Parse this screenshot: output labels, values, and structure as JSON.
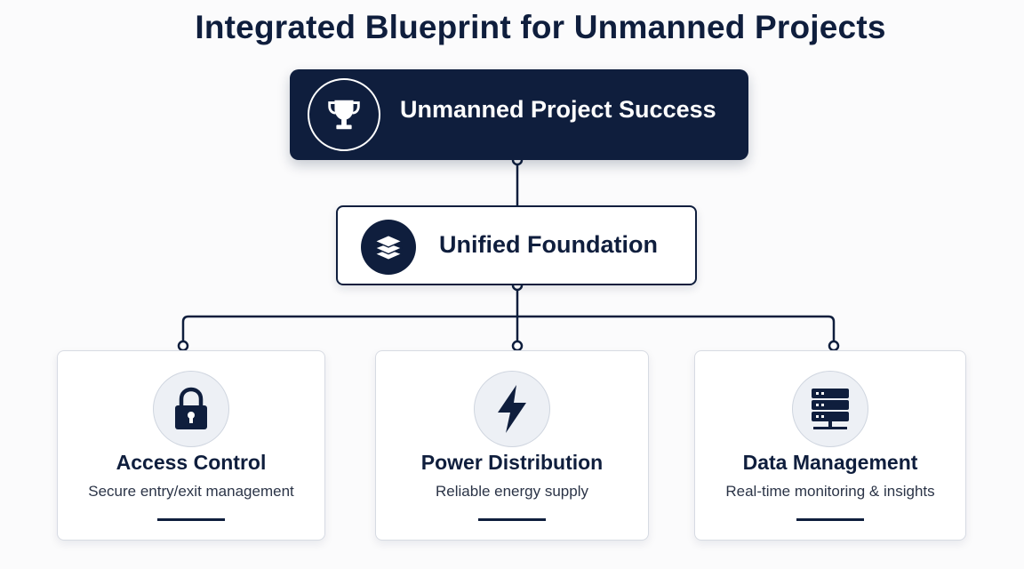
{
  "title": "Integrated Blueprint for Unmanned Projects",
  "top_node": {
    "label": "Unmanned Project Success",
    "icon": "trophy-icon"
  },
  "middle_node": {
    "label": "Unified Foundation",
    "icon": "layers-icon"
  },
  "pillars": [
    {
      "title": "Access Control",
      "description": "Secure entry/exit management",
      "icon": "padlock-icon"
    },
    {
      "title": "Power Distribution",
      "description": "Reliable energy supply",
      "icon": "lightning-bolt-icon"
    },
    {
      "title": "Data Management",
      "description": "Real-time monitoring & insights",
      "icon": "server-rack-icon"
    }
  ],
  "colors": {
    "navy": "#0f1e3d",
    "background": "#fbfbfc",
    "card_border": "#d7dbe3",
    "icon_circle": "#edf0f5"
  }
}
